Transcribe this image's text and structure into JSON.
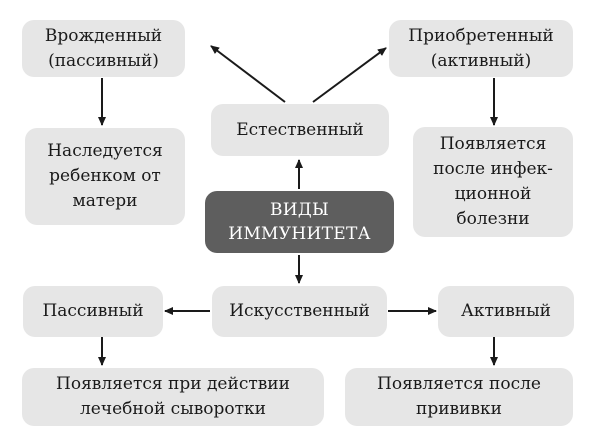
{
  "diagram": {
    "center": "ВИДЫ\nИММУНИТЕТА",
    "natural": "Естественный",
    "artificial": "Искусственный",
    "innate": "Врожденный\n(пассивный)",
    "acquired": "Приобретенный\n(активный)",
    "inherited": "Наследуется\nребенком от\nматери",
    "after_illness": "Появляется\nпосле инфек-\nционной\nболезни",
    "passive": "Пассивный",
    "active": "Активный",
    "after_serum": "Появляется при действии\nлечебной сыворотки",
    "after_vaccine": "Появляется после\nпрививки"
  },
  "colors": {
    "box_fill": "#e6e6e6",
    "center_fill": "#5e5e5e",
    "center_text": "#ffffff",
    "arrow": "#1a1a1a"
  }
}
